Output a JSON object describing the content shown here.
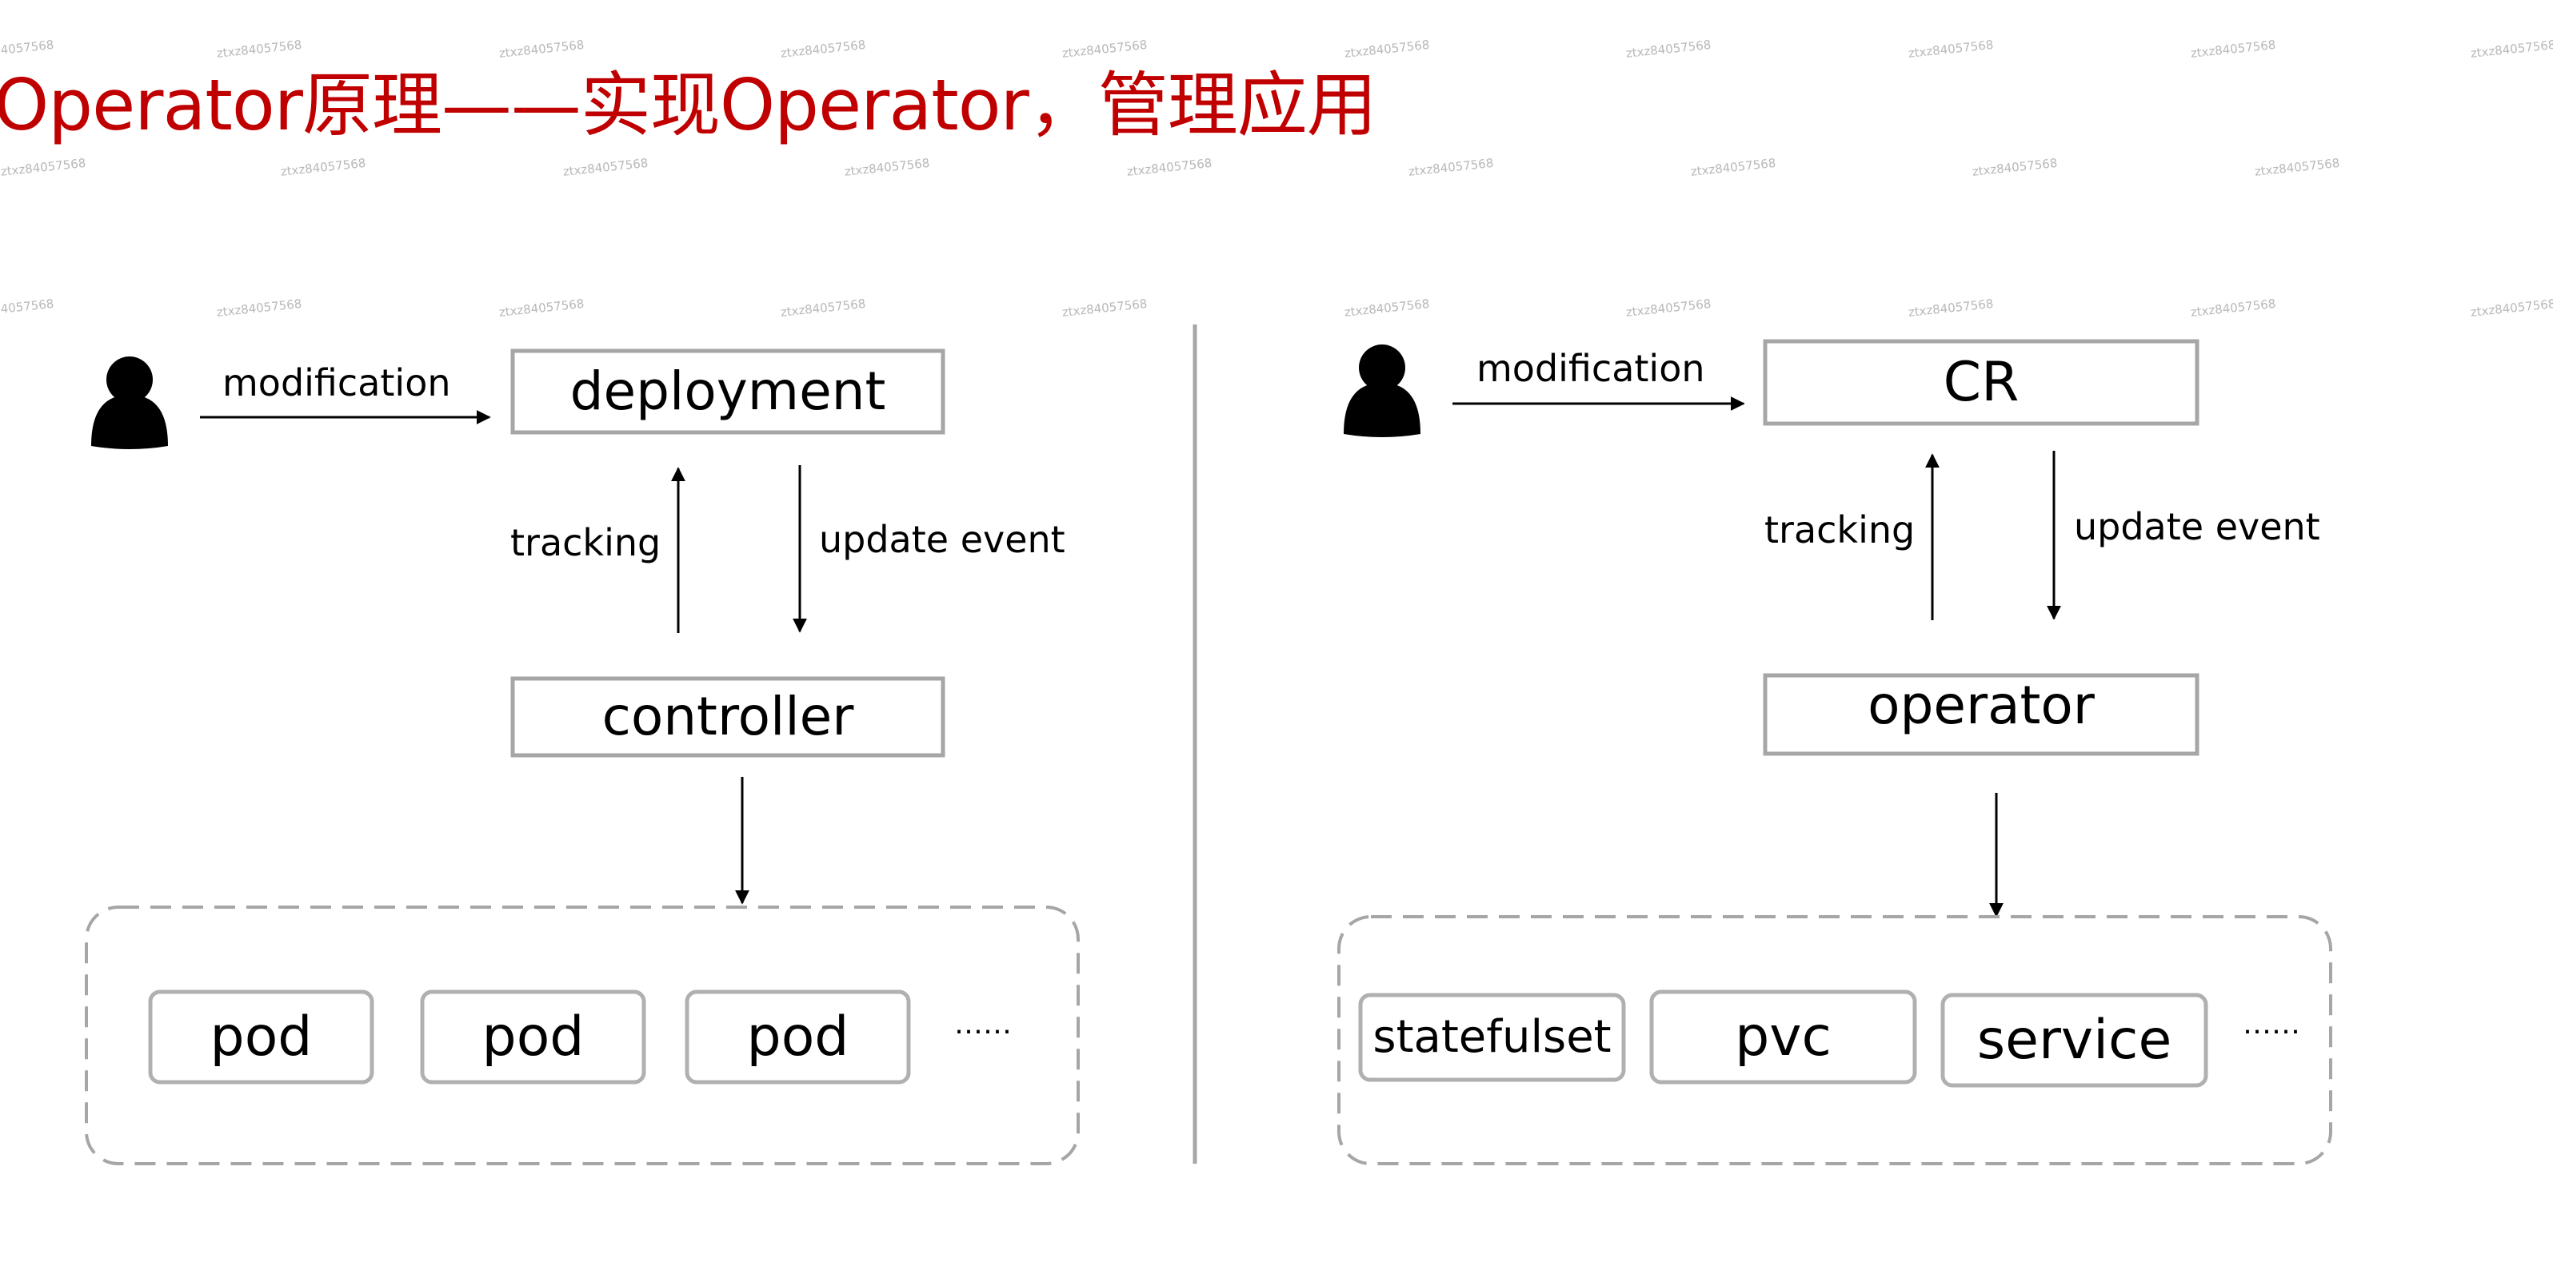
{
  "title": "Operator原理——实现Operator，管理应用",
  "colors": {
    "title": "#c00000",
    "box_border": "#a6a6a6",
    "divider": "#a6a6a6",
    "dashed_border": "#a6a6a6",
    "arrow": "#000000",
    "watermark": "#b8b8b8"
  },
  "watermark_text": "ztxz84057568",
  "left": {
    "user_icon": "person-icon",
    "modification_label": "modification",
    "top_box_label": "deployment",
    "tracking_label": "tracking",
    "update_event_label": "update event",
    "middle_box_label": "controller",
    "children": [
      "pod",
      "pod",
      "pod"
    ],
    "more_label": "……"
  },
  "right": {
    "user_icon": "person-icon",
    "modification_label": "modification",
    "top_box_label": "CR",
    "tracking_label": "tracking",
    "update_event_label": "update event",
    "middle_box_label": "operator",
    "children": [
      "statefulset",
      "pvc",
      "service"
    ],
    "more_label": "……"
  }
}
